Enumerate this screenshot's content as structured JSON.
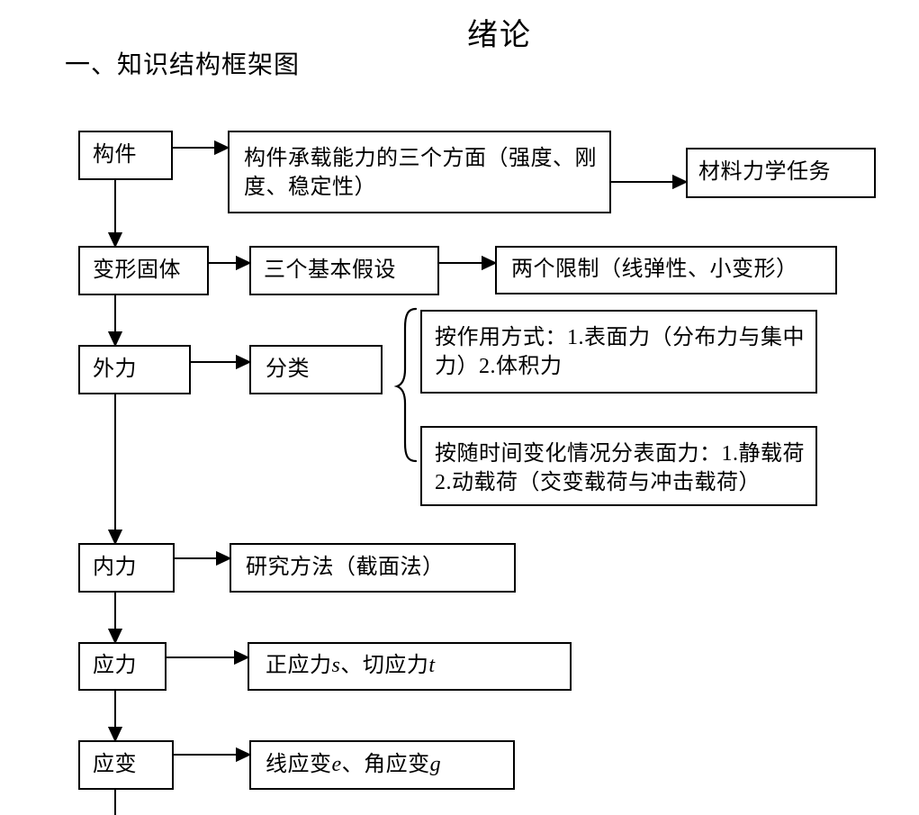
{
  "colors": {
    "background": "#ffffff",
    "line": "#000000",
    "text": "#000000"
  },
  "page": {
    "title": "绪论",
    "section_heading": "一、知识结构框架图"
  },
  "flowchart": {
    "nodes": {
      "member": {
        "label": "构件"
      },
      "load_capacity": {
        "label": "构件承载能力的三个方面（强度、刚度、稳定性）"
      },
      "mechanics_task": {
        "label": "材料力学任务"
      },
      "deformable_solid": {
        "label": "变形固体"
      },
      "basic_assumptions": {
        "label": "三个基本假设"
      },
      "two_limits": {
        "label": "两个限制（线弹性、小变形）"
      },
      "external_force": {
        "label": "外力"
      },
      "classification": {
        "label": "分类"
      },
      "by_action_mode": {
        "label": "按作用方式：1.表面力（分布力与集中力）2.体积力"
      },
      "by_time_variation": {
        "label": "按随时间变化情况分表面力：1.静载荷 2.动载荷（交变载荷与冲击载荷）"
      },
      "internal_force": {
        "label": "内力"
      },
      "research_method": {
        "label": "研究方法（截面法）"
      },
      "stress": {
        "label": "应力"
      },
      "stress_types": {
        "pre": "正应力",
        "sym1": "s",
        "mid": " 、切应力",
        "sym2": "t"
      },
      "strain": {
        "label": "应变"
      },
      "strain_types": {
        "pre": "线应变",
        "sym1": "e",
        "mid": " 、角应变",
        "sym2": "g"
      }
    },
    "edges": [
      {
        "from": "member",
        "to": "load_capacity"
      },
      {
        "from": "load_capacity",
        "to": "mechanics_task"
      },
      {
        "from": "member",
        "to": "deformable_solid"
      },
      {
        "from": "deformable_solid",
        "to": "basic_assumptions"
      },
      {
        "from": "basic_assumptions",
        "to": "two_limits"
      },
      {
        "from": "deformable_solid",
        "to": "external_force"
      },
      {
        "from": "external_force",
        "to": "classification"
      },
      {
        "from": "classification",
        "to": "by_action_mode",
        "connector": "brace"
      },
      {
        "from": "classification",
        "to": "by_time_variation",
        "connector": "brace"
      },
      {
        "from": "external_force",
        "to": "internal_force"
      },
      {
        "from": "internal_force",
        "to": "research_method"
      },
      {
        "from": "internal_force",
        "to": "stress"
      },
      {
        "from": "stress",
        "to": "stress_types"
      },
      {
        "from": "stress",
        "to": "strain"
      },
      {
        "from": "strain",
        "to": "strain_types"
      }
    ]
  }
}
